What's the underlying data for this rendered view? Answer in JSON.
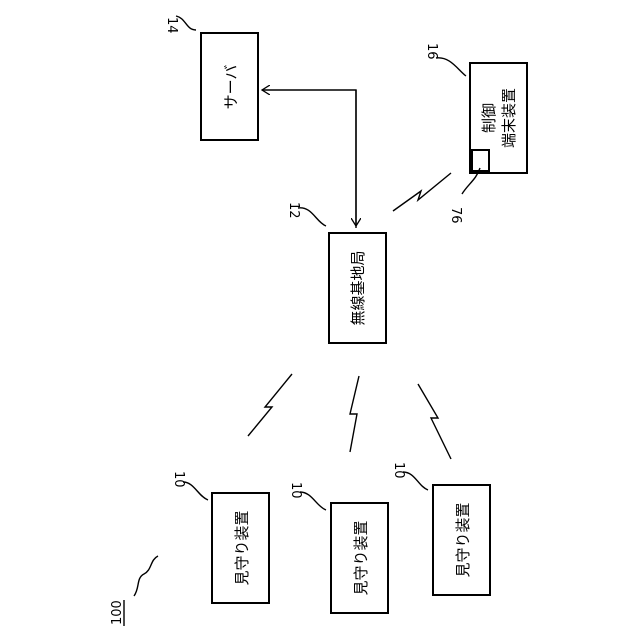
{
  "system": {
    "ref": "100"
  },
  "server": {
    "ref": "14",
    "label": "サーバ"
  },
  "base_station": {
    "ref": "12",
    "label": "無線基地局"
  },
  "control_terminal": {
    "ref": "16",
    "label_line1": "制御",
    "label_line2": "端末装置",
    "inner_ref": "76"
  },
  "monitors": [
    {
      "ref": "10",
      "label": "見守り装置"
    },
    {
      "ref": "10",
      "label": "見守り装置"
    },
    {
      "ref": "10",
      "label": "見守り装置"
    }
  ]
}
